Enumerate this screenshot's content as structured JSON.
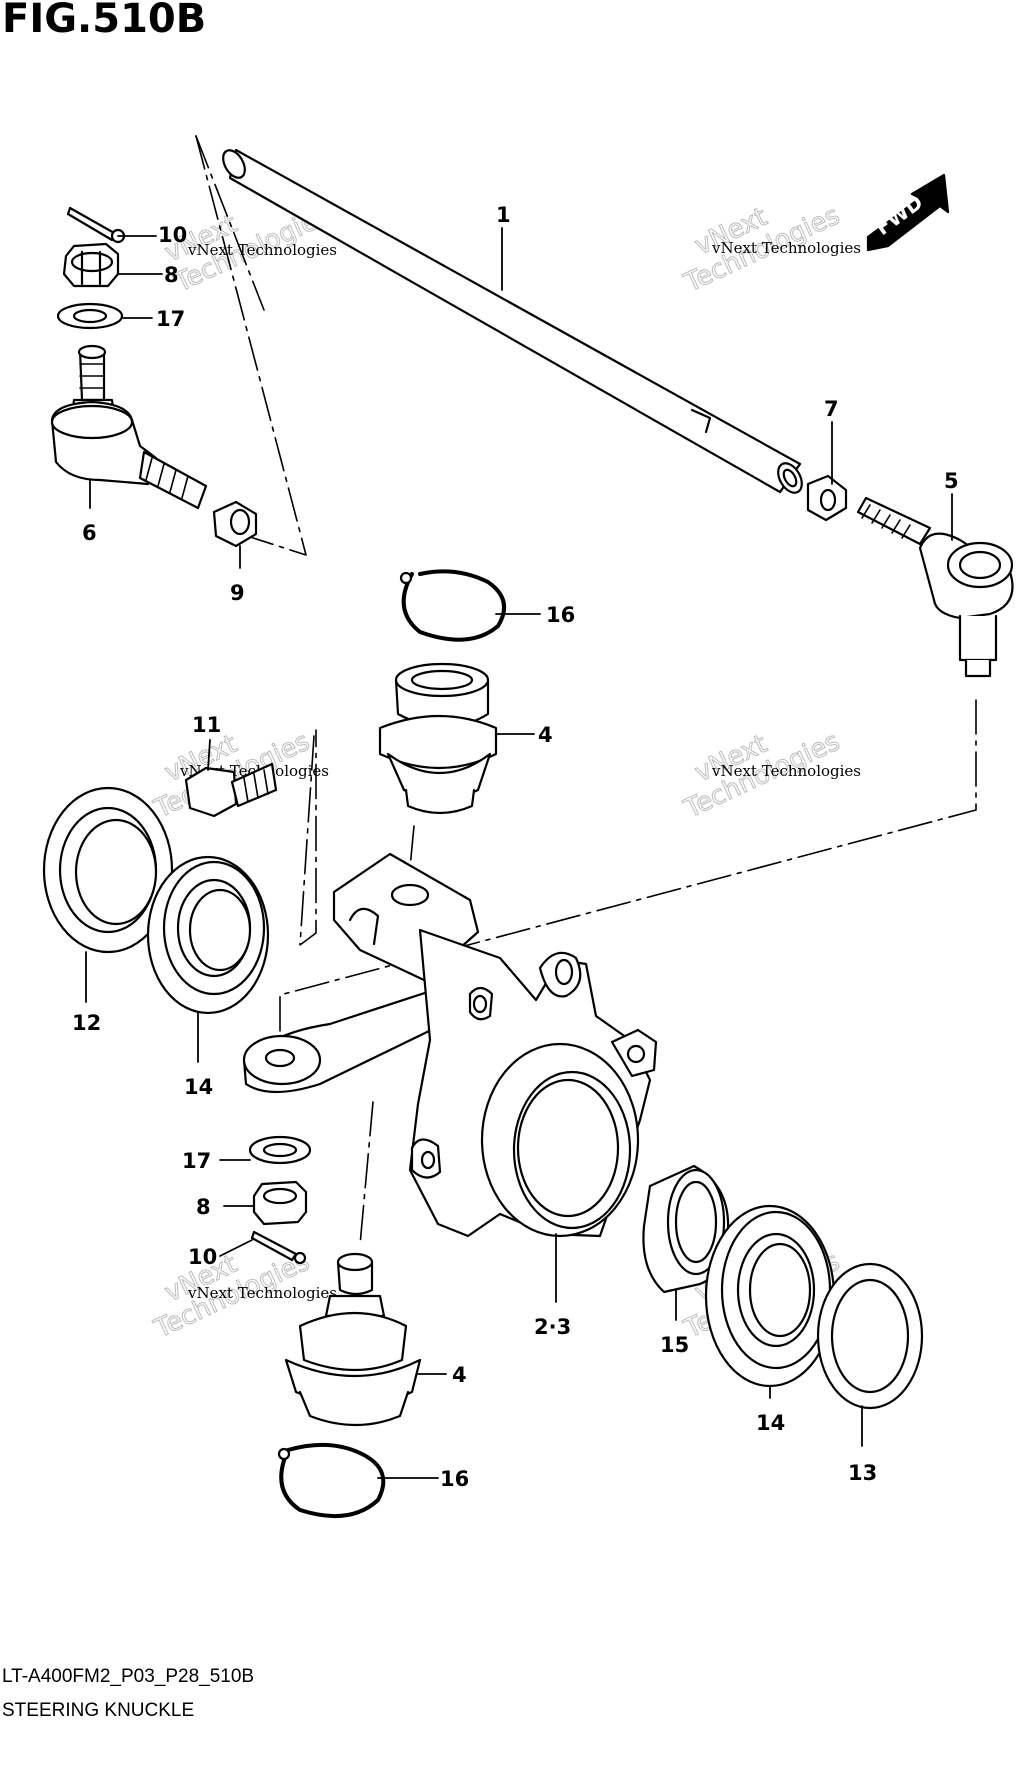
{
  "figure": {
    "title": "FIG.510B",
    "code": "LT-A400FM2_P03_P28_510B",
    "name": "STEERING KNUCKLE"
  },
  "fwd_label": "FWD",
  "watermark": {
    "small": "vNext Technologies",
    "big_line1": "vNext",
    "big_line2": "Technologies"
  },
  "callouts": {
    "c1": "1",
    "c23": "2·3",
    "c4a": "4",
    "c4b": "4",
    "c5": "5",
    "c6": "6",
    "c7": "7",
    "c8a": "8",
    "c8b": "8",
    "c9": "9",
    "c10a": "10",
    "c10b": "10",
    "c11": "11",
    "c12": "12",
    "c13": "13",
    "c14a": "14",
    "c14b": "14",
    "c15": "15",
    "c16a": "16",
    "c16b": "16",
    "c17a": "17",
    "c17b": "17"
  }
}
